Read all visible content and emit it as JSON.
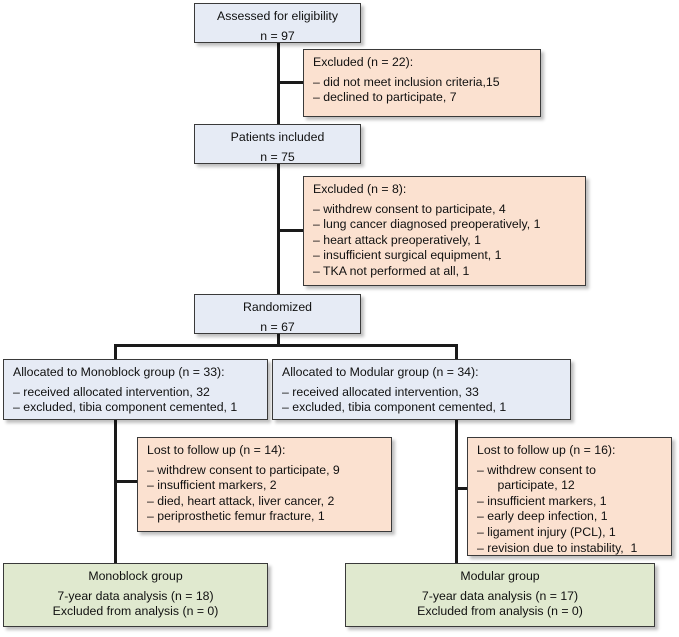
{
  "diagram": {
    "title": "CONSORT participant flow diagram",
    "colors": {
      "blue_box": "#e6ebf5",
      "pink_box": "#fbe1d0",
      "green_box": "#e0e9cf",
      "border": "#3a3a3a",
      "connector": "#1a1a1a"
    }
  },
  "nodes": {
    "assessed": {
      "line1": "Assessed for eligibility",
      "line2": "n = 97"
    },
    "excluded_1": {
      "line1": "Excluded (n = 22):",
      "line2": "– did not meet inclusion criteria,15",
      "line3": "– declined to participate, 7"
    },
    "included": {
      "line1": "Patients included",
      "line2": "n = 75"
    },
    "excluded_2": {
      "line1": "Excluded (n = 8):",
      "line2": "– withdrew consent to participate, 4",
      "line3": "– lung cancer diagnosed preoperatively, 1",
      "line4": "– heart attack preoperatively, 1",
      "line5": "– insufficient surgical equipment, 1",
      "line6": "– TKA not performed at all, 1"
    },
    "randomized": {
      "line1": "Randomized",
      "line2": "n = 67"
    },
    "alloc_monoblock": {
      "line1": "Allocated to Monoblock group (n = 33):",
      "line2": "– received allocated intervention, 32",
      "line3": "– excluded, tibia component cemented, 1"
    },
    "alloc_modular": {
      "line1": "Allocated to Modular group (n = 34):",
      "line2": "– received allocated intervention, 33",
      "line3": "– excluded, tibia component cemented, 1"
    },
    "lost_monoblock": {
      "line1": "Lost to follow up (n = 14):",
      "line2": "– withdrew consent to participate, 9",
      "line3": "– insufficient markers, 2",
      "line4": "– died, heart attack, liver cancer, 2",
      "line5": "– periprosthetic femur fracture, 1"
    },
    "lost_modular": {
      "line1": "Lost to follow up (n = 16):",
      "line2": "– withdrew consent to",
      "line3": "      participate, 12",
      "line4": "– insufficient markers, 1",
      "line5": "– early deep infection, 1",
      "line6": "– ligament injury (PCL), 1",
      "line7": "– revision due to instability,  1"
    },
    "analysis_monoblock": {
      "line1": "Monoblock group",
      "line2": "7-year data analysis (n = 18)",
      "line3": "Excluded from analysis (n = 0)"
    },
    "analysis_modular": {
      "line1": "Modular group",
      "line2": "7-year data analysis (n = 17)",
      "line3": "Excluded from analysis (n = 0)"
    }
  }
}
